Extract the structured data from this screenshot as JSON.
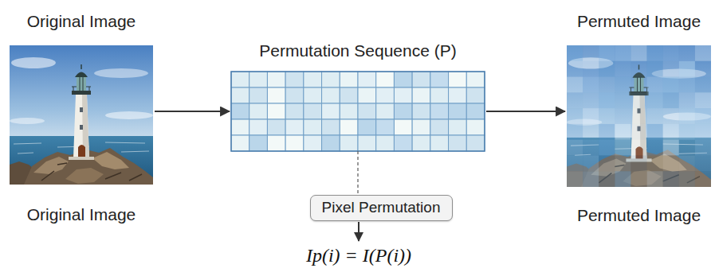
{
  "diagram": {
    "nodes": [
      {
        "text": [
          "Original Image",
          "Original Image"
        ]
      },
      {
        "text": [
          "Permutation Sequence (P)"
        ]
      },
      {
        "text": [
          "Permuted Image",
          "Permuted Image"
        ]
      },
      {
        "text": [
          "Pixel Permutation"
        ]
      }
    ],
    "edges": [
      {
        "from": 0,
        "to": 1,
        "arrow": "to"
      },
      {
        "from": 1,
        "to": 2,
        "arrow": "to"
      },
      {
        "from": 1,
        "to": 3,
        "arrow": "none"
      }
    ],
    "labels": [
      "Ip(i) = I(P(i))"
    ]
  }
}
